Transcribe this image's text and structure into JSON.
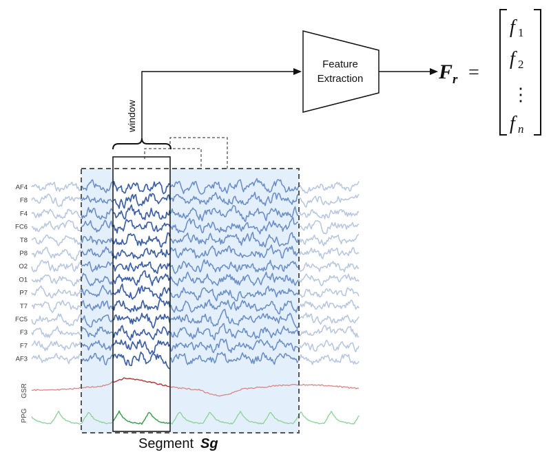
{
  "eeg_channels": [
    "AF4",
    "F8",
    "F4",
    "FC6",
    "T8",
    "P8",
    "O2",
    "O1",
    "P7",
    "T7",
    "FC5",
    "F3",
    "F7",
    "AF3"
  ],
  "physio_channels": [
    "GSR",
    "PPG"
  ],
  "window_label": "window",
  "feature_box_line1": "Feature",
  "feature_box_line2": "Extraction",
  "segment_label": "Segment",
  "segment_symbol": "Sg",
  "output_vector": {
    "lhs_symbol": "F",
    "lhs_subscript": "r",
    "equals": "=",
    "f": "f",
    "sub1": "1",
    "sub2": "2",
    "vdots": "⋮",
    "subn": "n"
  },
  "colors": {
    "eeg_faint": "#b9c8e0",
    "eeg_mid": "#6d8fc7",
    "eeg_dark": "#3d5fa6",
    "gsr": "#d98a8a",
    "gsr_dark": "#b33a3a",
    "ppg": "#8ed49a",
    "ppg_dark": "#3aa04e",
    "segment_fill": "#e3f0fb"
  }
}
